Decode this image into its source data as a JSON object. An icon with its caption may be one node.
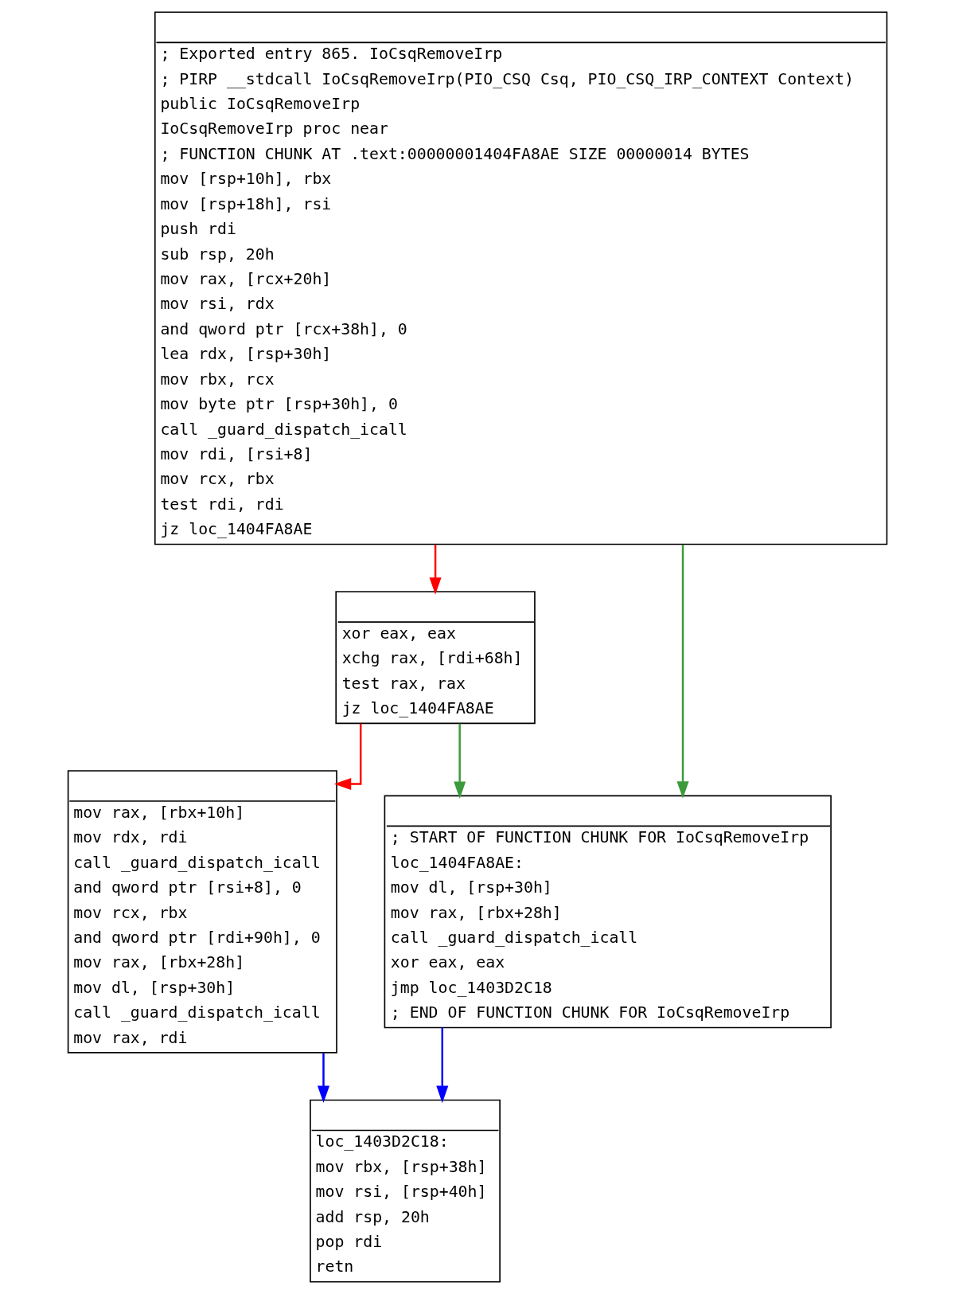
{
  "diagram": {
    "nodes": [
      {
        "text": [
          "; Exported entry 865. IoCsqRemoveIrp",
          "; PIRP __stdcall IoCsqRemoveIrp(PIO_CSQ Csq, PIO_CSQ_IRP_CONTEXT Context)",
          "public IoCsqRemoveIrp",
          "IoCsqRemoveIrp proc near",
          "; FUNCTION CHUNK AT .text:00000001404FA8AE SIZE 00000014 BYTES",
          "mov [rsp+10h], rbx",
          "mov [rsp+18h], rsi",
          "push rdi",
          "sub rsp, 20h",
          "mov rax, [rcx+20h]",
          "mov rsi, rdx",
          "and qword ptr [rcx+38h], 0",
          "lea rdx, [rsp+30h]",
          "mov rbx, rcx",
          "mov byte ptr [rsp+30h], 0",
          "call _guard_dispatch_icall",
          "mov rdi, [rsi+8]",
          "mov rcx, rbx",
          "test rdi, rdi",
          "jz loc_1404FA8AE"
        ]
      },
      {
        "text": [
          "xor eax, eax",
          "xchg rax, [rdi+68h]",
          "test rax, rax",
          "jz loc_1404FA8AE"
        ]
      },
      {
        "text": [
          "mov rax, [rbx+10h]",
          "mov rdx, rdi",
          "call _guard_dispatch_icall",
          "and qword ptr [rsi+8], 0",
          "mov rcx, rbx",
          "and qword ptr [rdi+90h], 0",
          "mov rax, [rbx+28h]",
          "mov dl, [rsp+30h]",
          "call _guard_dispatch_icall",
          "mov rax, rdi"
        ]
      },
      {
        "text": [
          "; START OF FUNCTION CHUNK FOR IoCsqRemoveIrp",
          "loc_1404FA8AE:",
          "mov dl, [rsp+30h]",
          "mov rax, [rbx+28h]",
          "call _guard_dispatch_icall",
          "xor eax, eax",
          "jmp loc_1403D2C18",
          "; END OF FUNCTION CHUNK FOR IoCsqRemoveIrp"
        ]
      },
      {
        "text": [
          "loc_1403D2C18:",
          "mov rbx, [rsp+38h]",
          "mov rsi, [rsp+40h]",
          "add rsp, 20h",
          "pop rdi",
          "retn"
        ]
      }
    ],
    "edges": [
      {
        "from": 0,
        "to": 1,
        "arrow": "to",
        "color": "#ff0000"
      },
      {
        "from": 0,
        "to": 3,
        "arrow": "to",
        "color": "#3c9a3c"
      },
      {
        "from": 1,
        "to": 2,
        "arrow": "to",
        "color": "#ff0000"
      },
      {
        "from": 1,
        "to": 3,
        "arrow": "to",
        "color": "#3c9a3c"
      },
      {
        "from": 2,
        "to": 4,
        "arrow": "to",
        "color": "#0000ff"
      },
      {
        "from": 3,
        "to": 4,
        "arrow": "to",
        "color": "#0000ff"
      }
    ]
  }
}
